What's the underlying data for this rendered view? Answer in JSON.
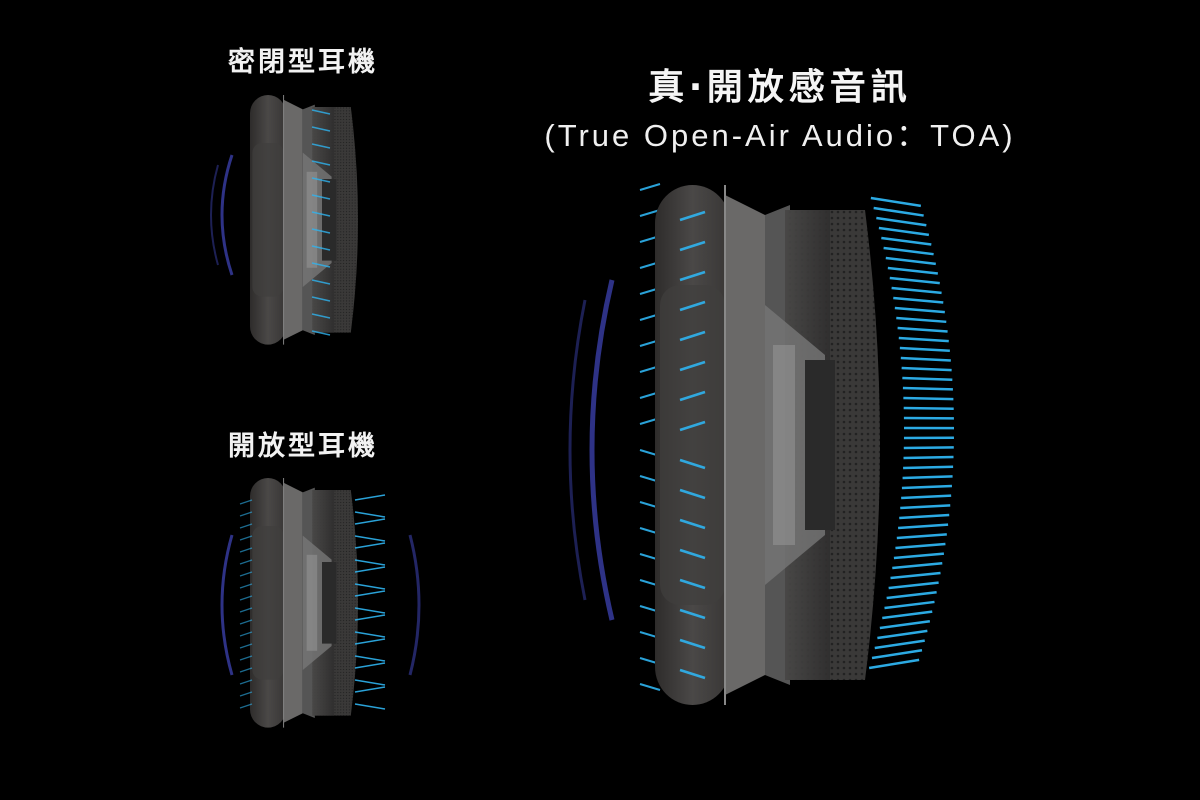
{
  "labels": {
    "closed": "密閉型耳機",
    "open": "開放型耳機",
    "toa_title": "真‧開放感音訊",
    "toa_subtitle": "(True Open-Air Audio：TOA)"
  },
  "colors": {
    "background": "#000000",
    "sound_wave": "#2fb4f0",
    "back_wave": "#3a3fa8",
    "pad": "#3d3b3a",
    "housing": "#5a5958"
  }
}
